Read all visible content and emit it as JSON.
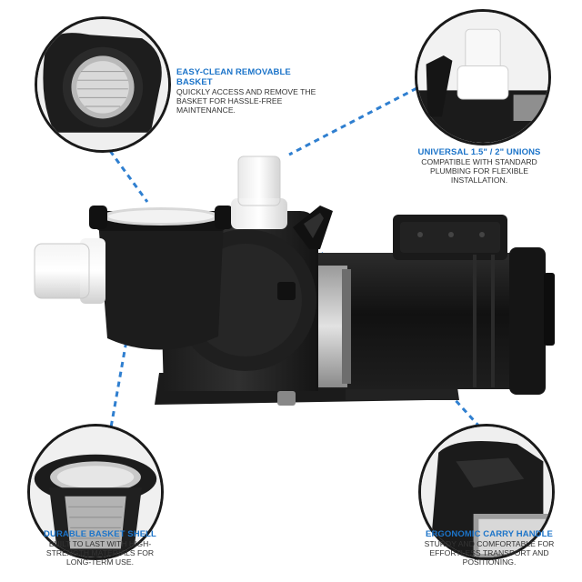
{
  "accent_color": "#1c74c9",
  "features": {
    "basket": {
      "title": "EASY-CLEAN REMOVABLE BASKET",
      "desc": [
        "QUICKLY ACCESS AND REMOVE THE",
        "BASKET FOR HASSLE-FREE",
        "MAINTENANCE."
      ]
    },
    "unions": {
      "title": "UNIVERSAL 1.5\" / 2\" UNIONS",
      "desc": [
        "COMPATIBLE WITH STANDARD",
        "PLUMBING FOR FLEXIBLE",
        "INSTALLATION."
      ]
    },
    "shell": {
      "title": "DURABLE BASKET SHELL",
      "desc": [
        "BUILT TO LAST WITH HIGH-",
        "STRENGTH MATERIALS FOR",
        "LONG-TERM USE."
      ]
    },
    "handle": {
      "title": "ERGONOMIC CARRY HANDLE",
      "desc": [
        "STURDY AND COMFORTABLE FOR",
        "EFFORTLESS TRANSPORT AND",
        "POSITIONING."
      ]
    }
  }
}
